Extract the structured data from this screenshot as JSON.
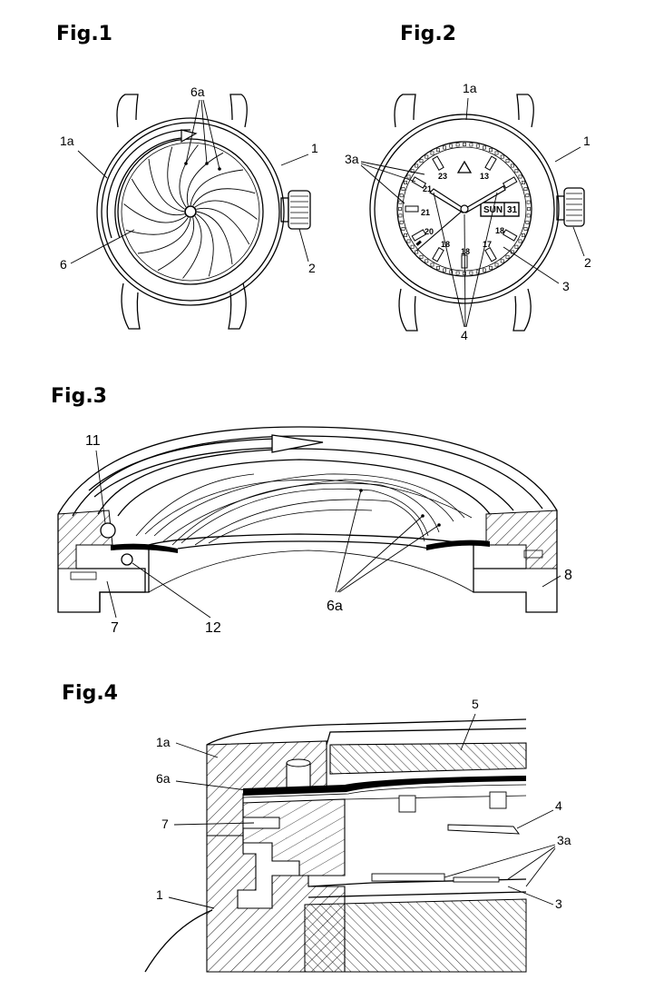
{
  "sheet": {
    "fig1": {
      "title": "Fig.1",
      "labels": {
        "l_1a": "1a",
        "l_6a": "6a",
        "l_1": "1",
        "l_6": "6",
        "l_2": "2"
      }
    },
    "fig2": {
      "title": "Fig.2",
      "labels": {
        "l_1a": "1a",
        "l_3a": "3a",
        "l_1": "1",
        "l_2": "2",
        "l_3": "3",
        "l_4": "4"
      },
      "dial": {
        "n23": "23",
        "n13": "13",
        "n21a": "21",
        "n21b": "21",
        "n20": "20",
        "n18a": "18",
        "n18b": "18",
        "n18c": "18",
        "n17": "17",
        "day": "SUN",
        "date": "31"
      }
    },
    "fig3": {
      "title": "Fig.3",
      "labels": {
        "l_11": "11",
        "l_6a": "6a",
        "l_8": "8",
        "l_7": "7",
        "l_12": "12"
      }
    },
    "fig4": {
      "title": "Fig.4",
      "labels": {
        "l_5": "5",
        "l_1a": "1a",
        "l_6a": "6a",
        "l_4": "4",
        "l_7": "7",
        "l_3a": "3a",
        "l_1": "1",
        "l_3": "3"
      }
    }
  }
}
